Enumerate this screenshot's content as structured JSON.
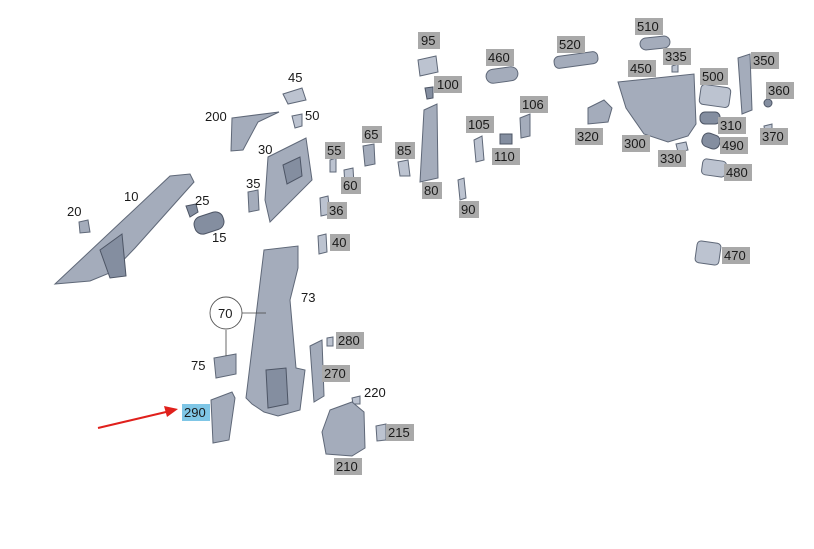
{
  "diagram": {
    "labels_plain": [
      "10",
      "20",
      "25",
      "15",
      "200",
      "45",
      "50",
      "30",
      "35",
      "70",
      "73",
      "75"
    ],
    "labels_boxed": [
      "95",
      "100",
      "460",
      "520",
      "510",
      "335",
      "450",
      "500",
      "350",
      "360",
      "106",
      "105",
      "110",
      "65",
      "55",
      "60",
      "36",
      "40",
      "85",
      "80",
      "90",
      "320",
      "300",
      "330",
      "310",
      "490",
      "370",
      "480",
      "470",
      "280",
      "270",
      "220",
      "215",
      "210"
    ],
    "selected_label": "290",
    "accent_colors": {
      "selected_bg": "#7fc6e6",
      "label_bg": "#a9a9a9",
      "arrow": "#e0201c",
      "part_fill": "#a4acbb"
    }
  }
}
